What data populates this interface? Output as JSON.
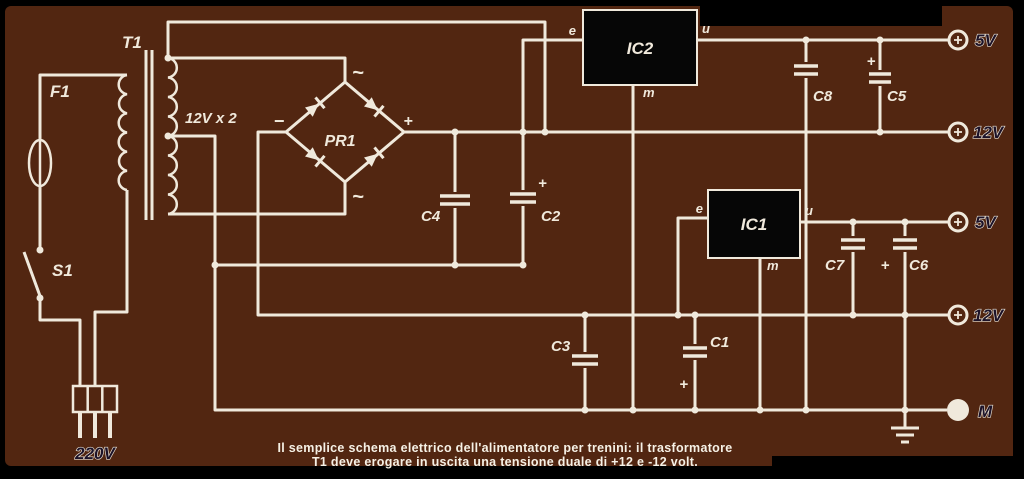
{
  "colors": {
    "background": "#000000",
    "board": "#522611",
    "wire": "#f0e9dc",
    "ic_box": "#060606",
    "dark_label": "#1c1228"
  },
  "labels": {
    "t1": "T1",
    "f1": "F1",
    "s1": "S1",
    "mains": "220V",
    "secondary": "12V x 2",
    "pr1": "PR1",
    "tilde": "~",
    "minus": "−",
    "plus": "+",
    "ic2": "IC2",
    "ic1": "IC1",
    "pin_e": "e",
    "pin_u": "u",
    "pin_m": "m",
    "c1": "C1",
    "c2": "C2",
    "c3": "C3",
    "c4": "C4",
    "c5": "C5",
    "c6": "C6",
    "c7": "C7",
    "c8": "C8",
    "out_5v": "5V",
    "out_12v": "12V",
    "out_m": "M"
  },
  "caption": {
    "line1": "Il semplice schema elettrico dell'alimentatore per trenini: il trasformatore",
    "line2": "T1 deve erogare in uscita una tensione duale di +12 e -12 volt."
  }
}
